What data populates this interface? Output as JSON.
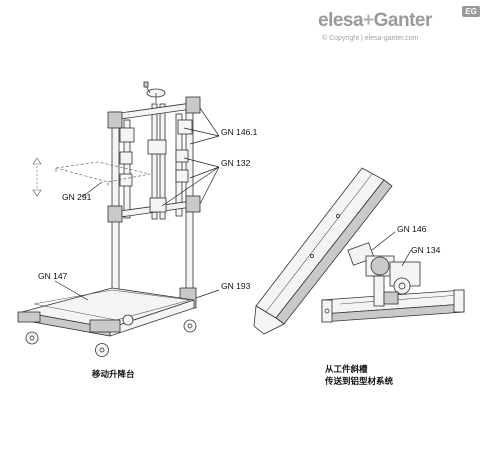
{
  "logo": {
    "brand_left": "elesa",
    "brand_plus": "+",
    "brand_right": "Ganter",
    "badge": "EG",
    "copyright": "© Copyright | elesa-ganter.com"
  },
  "labels": {
    "gn_146_1": "GN 146.1",
    "gn_132": "GN 132",
    "gn_291": "GN 291",
    "gn_147": "GN 147",
    "gn_193": "GN 193",
    "gn_146": "GN 146",
    "gn_134": "GN 134"
  },
  "captions": {
    "left": "移动升降台",
    "right_line1": "从工件斜槽",
    "right_line2": "传送到铝型材系统"
  },
  "colors": {
    "line": "#222222",
    "part_fill": "#f4f4f4",
    "logo_gray": "#9a9a9a"
  }
}
